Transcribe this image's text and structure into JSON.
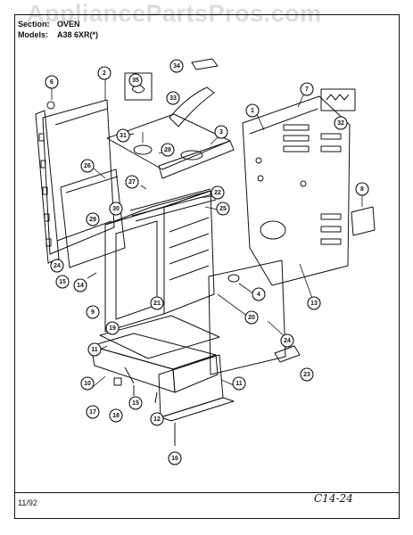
{
  "watermark": "AppliancePartsPros.com",
  "header": {
    "section_label": "Section:",
    "section_value": "OVEN",
    "models_label": "Models:",
    "models_value": "A38 6XR(*)"
  },
  "footer": {
    "date": "11/92",
    "code": "C14-24"
  },
  "callouts": [
    "1",
    "2",
    "3",
    "4",
    "6",
    "7",
    "8",
    "9",
    "10",
    "11",
    "11",
    "12",
    "13",
    "14",
    "15",
    "15",
    "16",
    "17",
    "18",
    "19",
    "20",
    "21",
    "22",
    "23",
    "24",
    "24",
    "25",
    "26",
    "27",
    "28",
    "29",
    "30",
    "31",
    "32",
    "33",
    "34",
    "35"
  ],
  "colors": {
    "ink": "#111111",
    "paper": "#ffffff",
    "watermark": "#dcdcdc"
  }
}
